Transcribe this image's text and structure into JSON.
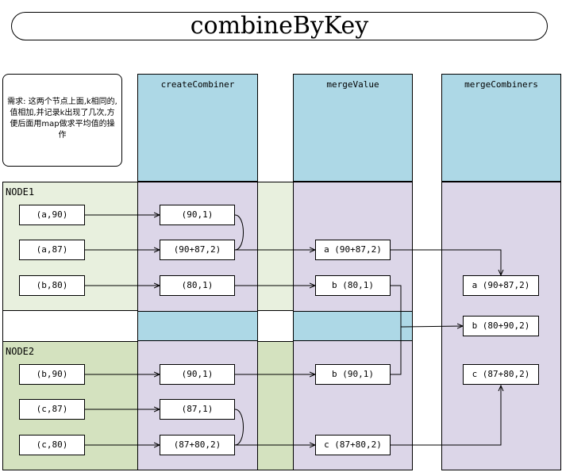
{
  "title": "combineByKey",
  "note": "需求: 这两个节点上面,k相同的,值相加,并记录k出现了几次,方便后面用map做求平均值的操作",
  "columns": {
    "create_combiner": "createCombiner",
    "merge_value": "mergeValue",
    "merge_combiners": "mergeCombiners"
  },
  "nodes": {
    "node1": "NODE1",
    "node2": "NODE2"
  },
  "inputs": [
    "(a,90)",
    "(a,87)",
    "(b,80)",
    "(b,90)",
    "(c,87)",
    "(c,80)"
  ],
  "combiners": [
    "(90,1)",
    "(90+87,2)",
    "(80,1)",
    "(90,1)",
    "(87,1)",
    "(87+80,2)"
  ],
  "merged": [
    "a (90+87,2)",
    "b (80,1)",
    "b (90,1)",
    "c (87+80,2)"
  ],
  "results": [
    "a (90+87,2)",
    "b (80+90,2)",
    "c (87+80,2)"
  ]
}
